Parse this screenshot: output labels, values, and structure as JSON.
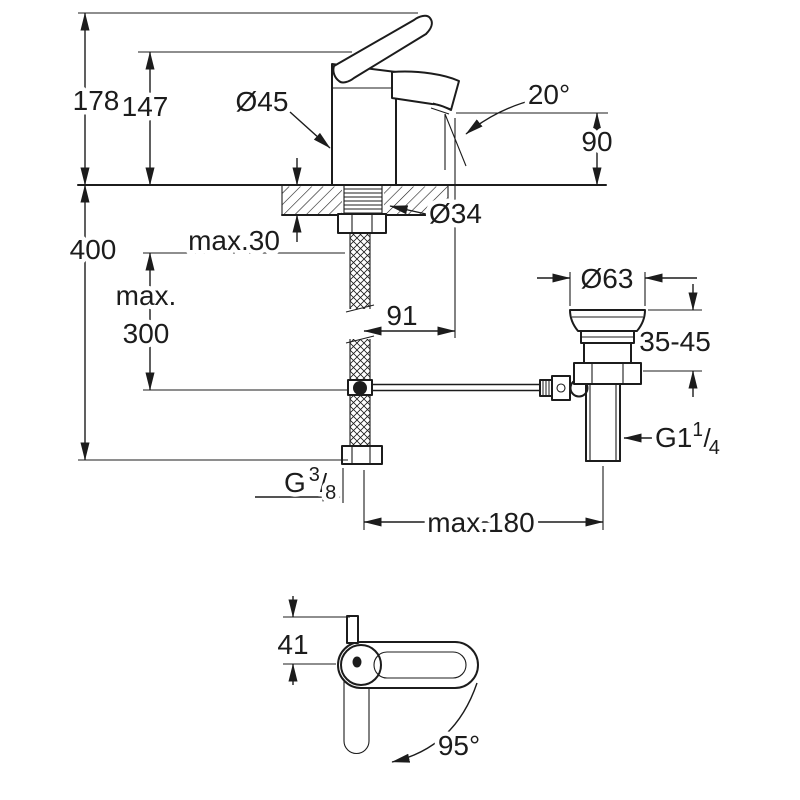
{
  "page": {
    "background": "#ffffff",
    "line_color": "#1c1c1c"
  },
  "front_view": {
    "dim_total_height": "178",
    "dim_mid_height": "147",
    "dim_body_diameter": "Ø45",
    "dim_spout_angle": "20°",
    "dim_outlet_height": "90",
    "dim_installation_depth": "400",
    "dim_deck_thickness": "max.30",
    "dim_hole_diameter": "Ø34",
    "dim_hose_length_line1": "max.",
    "dim_hose_length_line2": "300",
    "dim_spout_projection": "91",
    "dim_waste_flange_diameter": "Ø63",
    "dim_basin_thickness": "35-45",
    "dim_rod_reach": "max.180",
    "thread_drain": {
      "base": "G1",
      "sup": "1",
      "slash": "/",
      "sub": "4"
    },
    "thread_supply": {
      "base": "G",
      "sup": "3",
      "slash": "/",
      "sub": "8"
    }
  },
  "top_view": {
    "dim_lever_offset": "41",
    "dim_swivel_angle": "95°"
  }
}
